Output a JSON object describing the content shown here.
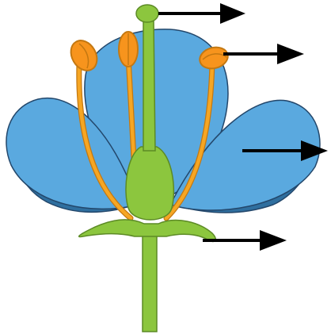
{
  "diagram": {
    "subject": "flower",
    "colors": {
      "petal": "#5aa9df",
      "petal_shadow": "#2f6f9f",
      "petal_outline": "#23476b",
      "pistil": "#8cc63e",
      "pistil_outline": "#5c8a25",
      "stamen": "#f6a623",
      "stamen_outline": "#c47811",
      "anther": "#f7941d",
      "arrow": "#000000"
    },
    "parts": [
      {
        "id": "stigma",
        "arrow_icon": "right-arrow-icon"
      },
      {
        "id": "anther",
        "arrow_icon": "right-arrow-icon"
      },
      {
        "id": "petal",
        "arrow_icon": "right-arrow-icon"
      },
      {
        "id": "sepal",
        "arrow_icon": "right-arrow-icon"
      }
    ]
  }
}
